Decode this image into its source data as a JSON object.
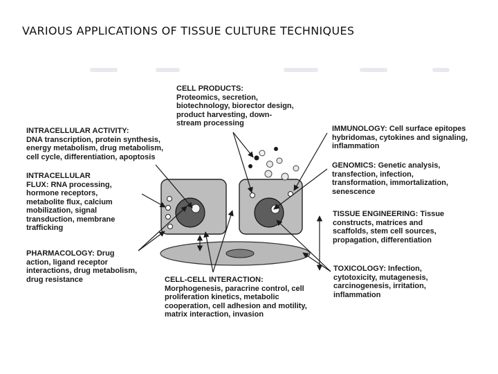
{
  "slide": {
    "title": "VARIOUS APPLICATIONS OF TISSUE CULTURE TECHNIQUES"
  },
  "diagram": {
    "cell_products": {
      "heading": "CELL PRODUCTS:",
      "lines": [
        "Proteomics, secretion,",
        "biotechnology, biorector design,",
        "product harvesting, down-",
        "stream  processing"
      ]
    },
    "intracellular_activity": {
      "heading": "INTRACELLULAR ACTIVITY:",
      "lines": [
        "DNA transcription, protein synthesis,",
        "energy metabolism, drug metabolism,",
        "cell cycle, differentiation, apoptosis"
      ]
    },
    "intracellular_flux": {
      "heading": "INTRACELLULAR",
      "first_line": "FLUX: RNA processing,",
      "lines": [
        "hormone receptors,",
        "metabolite flux, calcium",
        "mobilization, signal",
        "transduction, membrane",
        "trafficking"
      ]
    },
    "pharmacology": {
      "heading": "PHARMACOLOGY: Drug",
      "lines": [
        "action, ligand receptor",
        "interactions, drug metabolism,",
        "drug resistance"
      ]
    },
    "cell_cell_interaction": {
      "heading": "CELL-CELL INTERACTION:",
      "lines": [
        "Morphogenesis, paracrine control, cell",
        "proliferation kinetics, metabolic",
        "cooperation, cell adhesion and motility,",
        "matrix interaction, invasion"
      ]
    },
    "immunology": {
      "heading": "IMMUNOLOGY: Cell surface epitopes",
      "lines": [
        "hybridomas, cytokines and signaling,",
        "inflammation"
      ]
    },
    "genomics": {
      "heading": "GENOMICS: Genetic analysis,",
      "lines": [
        "transfection, infection,",
        "transformation, immortalization,",
        "senescence"
      ]
    },
    "tissue_engineering": {
      "heading": "TISSUE ENGINEERING: Tissue",
      "lines": [
        "constructs, matrices and",
        "scaffolds, stem cell sources,",
        "propagation, differentiation"
      ]
    },
    "toxicology": {
      "heading": "TOXICOLOGY:  Infection,",
      "lines": [
        "cytotoxicity, mutagenesis,",
        "carcinogenesis, irritation,",
        "inflammation"
      ]
    }
  }
}
